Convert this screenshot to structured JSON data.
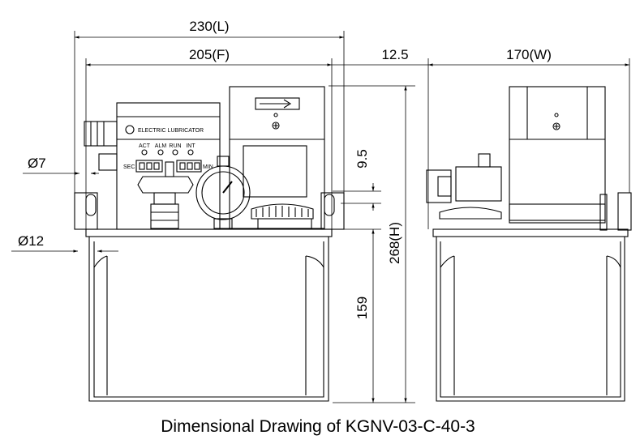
{
  "dimensions": {
    "length": "230(L)",
    "frame": "205(F)",
    "offset": "12.5",
    "width": "170(W)",
    "height": "268(H)",
    "tank_height": "159",
    "gap": "9.5",
    "hole_small": "Ø7",
    "hole_large": "Ø12"
  },
  "panel": {
    "brand": "ELECTRIC LUBRICATOR",
    "indicators": [
      "ACT",
      "ALM",
      "RUN",
      "INT"
    ],
    "left_label": "SEC",
    "right_label": "MIN"
  },
  "caption": "Dimensional Drawing of KGNV-03-C-40-3"
}
